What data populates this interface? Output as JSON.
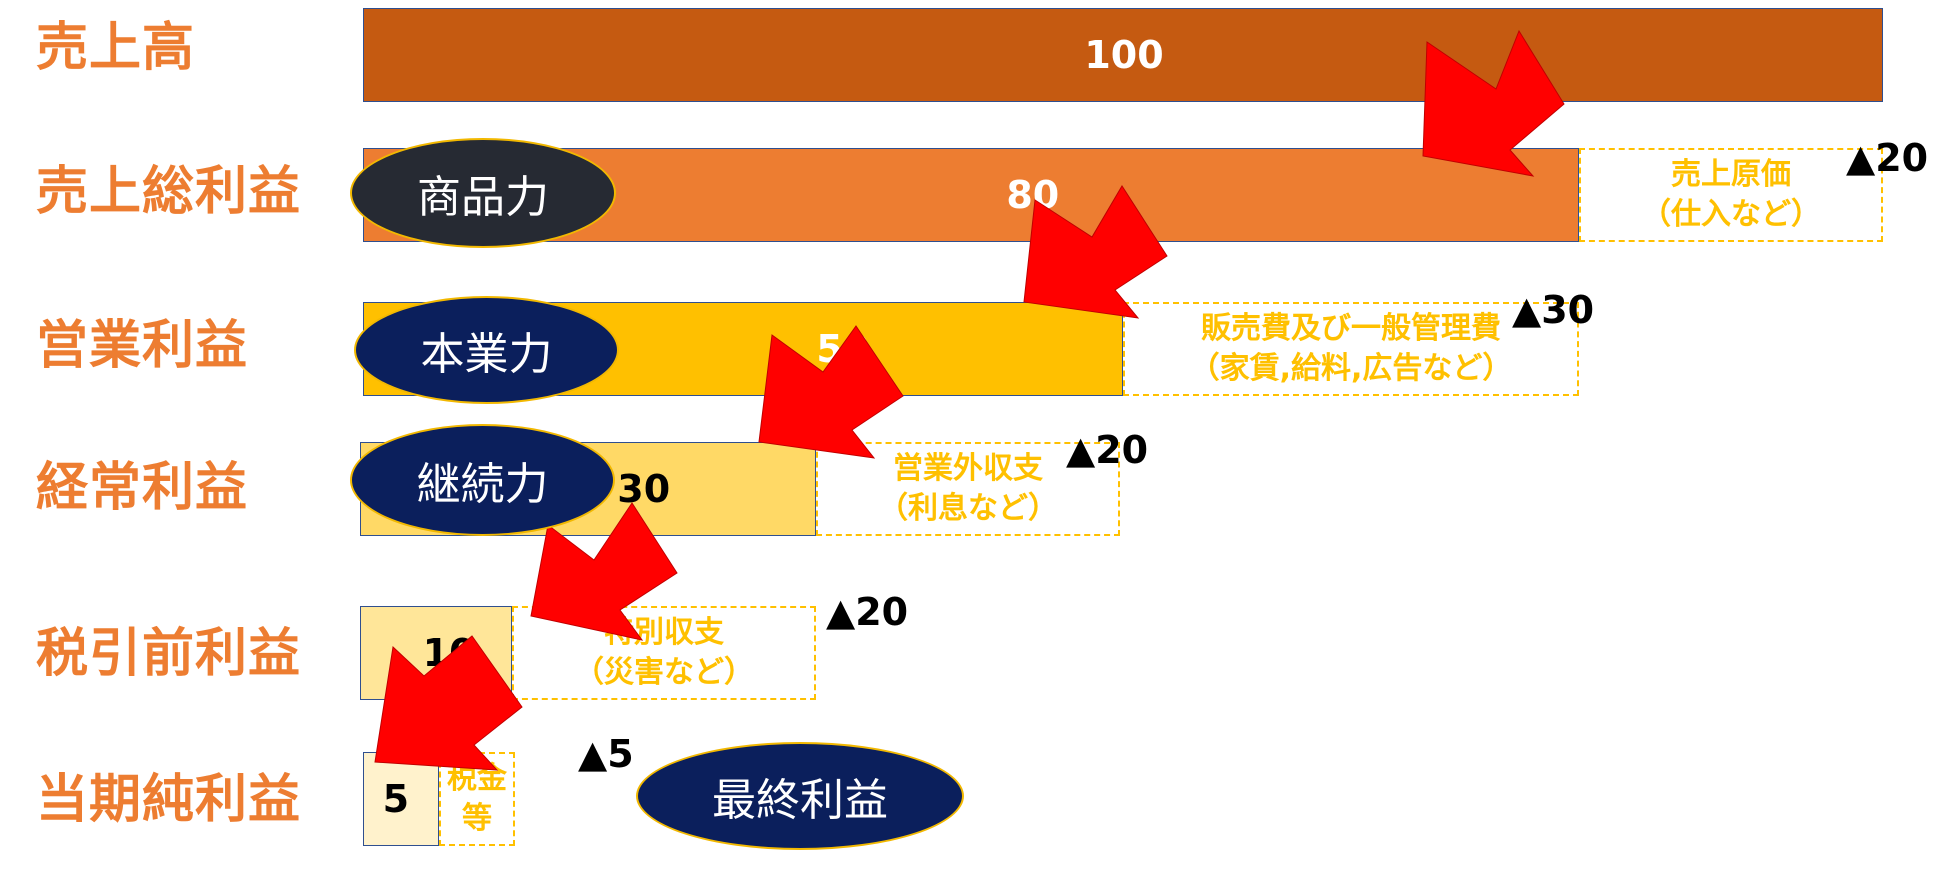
{
  "rows": [
    {
      "label": "売上高",
      "value": 100
    },
    {
      "label": "売上総利益",
      "value": 80,
      "deduction": {
        "text1": "売上原価",
        "text2": "（仕入など）",
        "delta": "▲20"
      },
      "oval": "商品力"
    },
    {
      "label": "営業利益",
      "value": 50,
      "deduction": {
        "text1": "販売費及び一般管理費",
        "text2": "（家賃,給料,広告など）",
        "delta": "▲30"
      },
      "oval": "本業力"
    },
    {
      "label": "経常利益",
      "value": 30,
      "deduction": {
        "text1": "営業外収支",
        "text2": "（利息など）",
        "delta": "▲20"
      },
      "oval": "継続力"
    },
    {
      "label": "税引前利益",
      "value": 10,
      "deduction": {
        "text1": "特別収支",
        "text2": "（災害など）",
        "delta": "▲20"
      }
    },
    {
      "label": "当期純利益",
      "value": 5,
      "deduction": {
        "text1": "税金",
        "text2": "等",
        "delta": "▲5"
      },
      "oval": "最終利益"
    }
  ],
  "colors": {
    "label": "#ED7D31",
    "bars": [
      "#C55A11",
      "#ED7D31",
      "#FFC000",
      "#FFD966",
      "#FFE699",
      "#FFF2CC"
    ],
    "bar_text": [
      "#ffffff",
      "#ffffff",
      "#ffffff",
      "#000000",
      "#000000",
      "#000000"
    ],
    "dashed": "#FFC000",
    "arrow": "#FF0000",
    "oval_fill": [
      "#262A33",
      "#0B1F5C",
      "#0B1F5C",
      "#0B1F5C"
    ]
  },
  "icons": {
    "arrow": "red-down-left-arrow-icon",
    "delta": "triangle-up-icon"
  }
}
